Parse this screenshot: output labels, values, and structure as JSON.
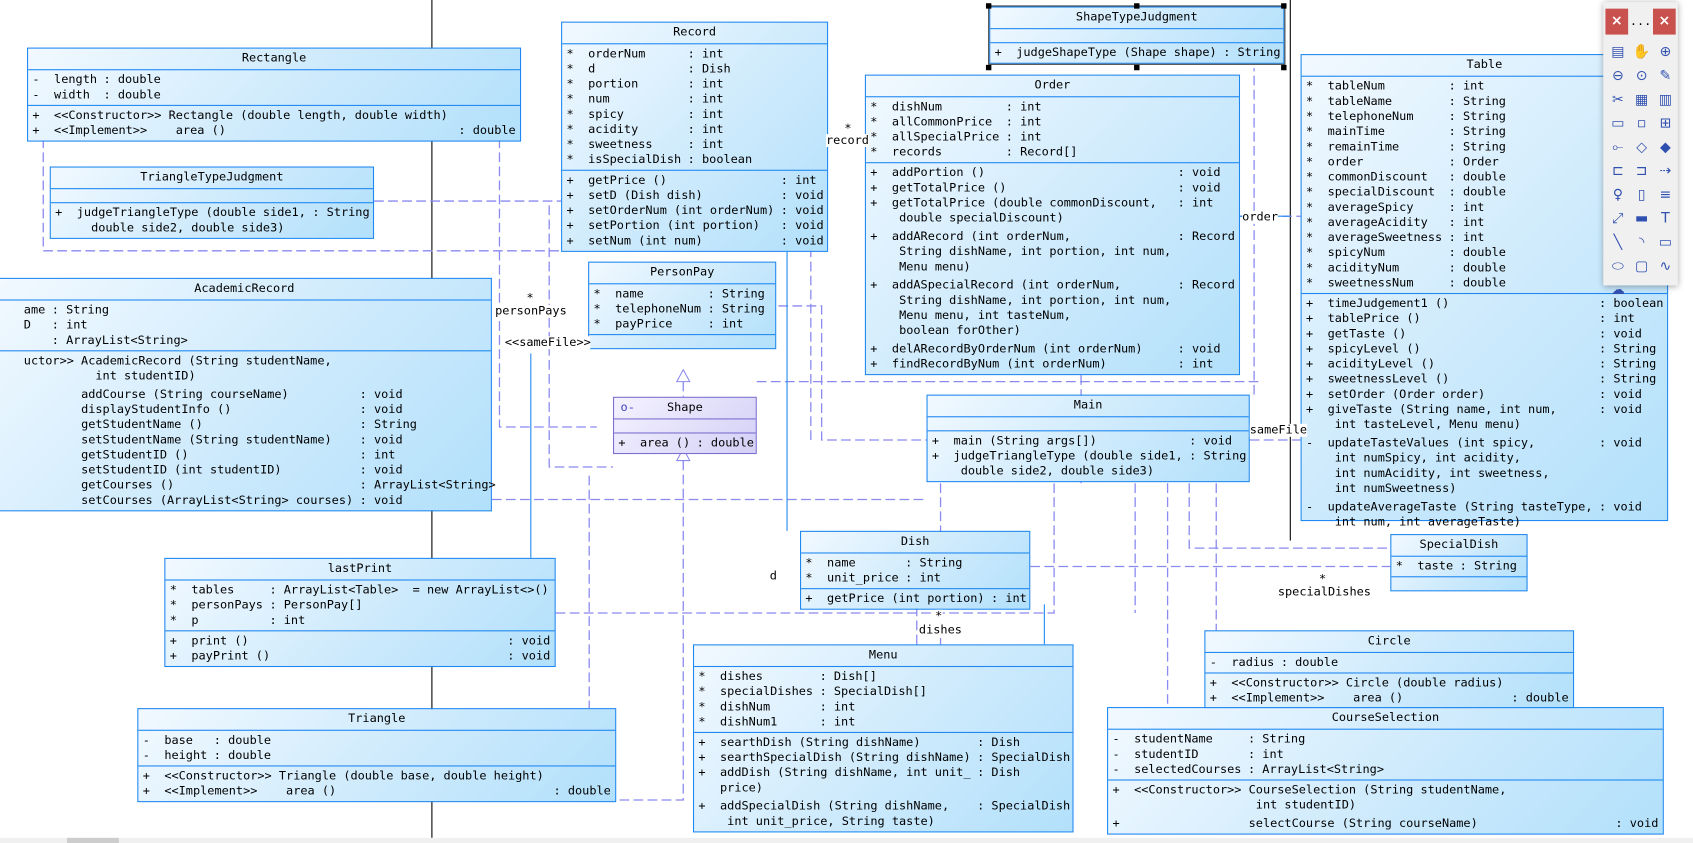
{
  "colors": {
    "class_border": "#1e88f0",
    "class_fill_start": "#f2f9ff",
    "class_fill_end": "#b2e0fb",
    "link": "#8a8af0",
    "interface_fill": "#d4d0f6"
  },
  "classes": [
    {
      "id": "rectangle",
      "name": "Rectangle",
      "attrs": [
        {
          "v": "-",
          "n": "length",
          "t": ": double"
        },
        {
          "v": "-",
          "n": "width",
          "t": ": double"
        }
      ],
      "ops": [
        {
          "v": "+",
          "n": "<<Constructor>> Rectangle (double length, double width)",
          "t": ""
        },
        {
          "v": "+",
          "n": "<<Implement>>    area ()",
          "t": ": double"
        }
      ]
    },
    {
      "id": "triangle-type-judgment",
      "name": "TriangleTypeJudgment",
      "attrs": [],
      "ops": [
        {
          "v": "+",
          "n": "judgeTriangleType (double side1,\n  double side2, double side3)",
          "t": ": String"
        }
      ]
    },
    {
      "id": "academic-record",
      "name": "AcademicRecord",
      "attrs": [
        {
          "v": "",
          "n": "ame",
          "t": ": String"
        },
        {
          "v": "",
          "n": "D",
          "t": ": int"
        },
        {
          "v": "",
          "n": "",
          "t": ": ArrayList<String>"
        }
      ],
      "ops": [
        {
          "v": "",
          "n": "uctor>> AcademicRecord (String studentName,\n          int studentID)",
          "t": ""
        },
        {
          "v": "",
          "n": "addCourse (String courseName)",
          "t": ": void"
        },
        {
          "v": "",
          "n": "displayStudentInfo ()",
          "t": ": void"
        },
        {
          "v": "",
          "n": "getStudentName ()",
          "t": ": String"
        },
        {
          "v": "",
          "n": "setStudentName (String studentName)",
          "t": ": void"
        },
        {
          "v": "",
          "n": "getStudentID ()",
          "t": ": int"
        },
        {
          "v": "",
          "n": "setStudentID (int studentID)",
          "t": ": void"
        },
        {
          "v": "",
          "n": "getCourses ()",
          "t": ": ArrayList<String>"
        },
        {
          "v": "",
          "n": "setCourses (ArrayList<String> courses)",
          "t": ": void"
        }
      ]
    },
    {
      "id": "record",
      "name": "Record",
      "attrs": [
        {
          "v": "*",
          "n": "orderNum",
          "t": ": int"
        },
        {
          "v": "*",
          "n": "d",
          "t": ": Dish"
        },
        {
          "v": "*",
          "n": "portion",
          "t": ": int"
        },
        {
          "v": "*",
          "n": "num",
          "t": ": int"
        },
        {
          "v": "*",
          "n": "spicy",
          "t": ": int"
        },
        {
          "v": "*",
          "n": "acidity",
          "t": ": int"
        },
        {
          "v": "*",
          "n": "sweetness",
          "t": ": int"
        },
        {
          "v": "*",
          "n": "isSpecialDish",
          "t": ": boolean"
        }
      ],
      "ops": [
        {
          "v": "+",
          "n": "getPrice ()",
          "t": ": int"
        },
        {
          "v": "+",
          "n": "setD (Dish dish)",
          "t": ": void"
        },
        {
          "v": "+",
          "n": "setOrderNum (int orderNum)",
          "t": ": void"
        },
        {
          "v": "+",
          "n": "setPortion (int portion)",
          "t": ": void"
        },
        {
          "v": "+",
          "n": "setNum (int num)",
          "t": ": void"
        }
      ]
    },
    {
      "id": "person-pay",
      "name": "PersonPay",
      "attrs": [
        {
          "v": "*",
          "n": "name",
          "t": ": String"
        },
        {
          "v": "*",
          "n": "telephoneNum",
          "t": ": String"
        },
        {
          "v": "*",
          "n": "payPrice",
          "t": ": int"
        }
      ],
      "ops": []
    },
    {
      "id": "shape-type-judgment",
      "name": "ShapeTypeJudgment",
      "attrs": [],
      "ops": [
        {
          "v": "+",
          "n": "judgeShapeType (Shape shape)",
          "t": ": String"
        }
      ]
    },
    {
      "id": "order",
      "name": "Order",
      "attrs": [
        {
          "v": "*",
          "n": "dishNum",
          "t": ": int"
        },
        {
          "v": "*",
          "n": "allCommonPrice",
          "t": ": int"
        },
        {
          "v": "*",
          "n": "allSpecialPrice",
          "t": ": int"
        },
        {
          "v": "*",
          "n": "records",
          "t": ": Record[]"
        }
      ],
      "ops": [
        {
          "v": "+",
          "n": "addPortion ()",
          "t": ": void"
        },
        {
          "v": "+",
          "n": "getTotalPrice ()",
          "t": ": void"
        },
        {
          "v": "+",
          "n": "getTotalPrice (double commonDiscount,\n double specialDiscount)",
          "t": ": int"
        },
        {
          "v": "+",
          "n": "addARecord (int orderNum,\n String dishName, int portion, int num,\n Menu menu)",
          "t": ": Record"
        },
        {
          "v": "+",
          "n": "addASpecialRecord (int orderNum,\n String dishName, int portion, int num,\n Menu menu, int tasteNum,\n boolean forOther)",
          "t": ": Record"
        },
        {
          "v": "+",
          "n": "delARecordByOrderNum (int orderNum)",
          "t": ": void"
        },
        {
          "v": "+",
          "n": "findRecordByNum (int orderNum)",
          "t": ": int"
        }
      ]
    },
    {
      "id": "table",
      "name": "Table",
      "attrs": [
        {
          "v": "*",
          "n": "tableNum",
          "t": ": int"
        },
        {
          "v": "*",
          "n": "tableName",
          "t": ": String"
        },
        {
          "v": "*",
          "n": "telephoneNum",
          "t": ": String"
        },
        {
          "v": "*",
          "n": "mainTime",
          "t": ": String"
        },
        {
          "v": "*",
          "n": "remainTime",
          "t": ": String"
        },
        {
          "v": "*",
          "n": "order",
          "t": ": Order"
        },
        {
          "v": "*",
          "n": "commonDiscount",
          "t": ": double"
        },
        {
          "v": "*",
          "n": "specialDiscount",
          "t": ": double"
        },
        {
          "v": "*",
          "n": "averageSpicy",
          "t": ": int"
        },
        {
          "v": "*",
          "n": "averageAcidity",
          "t": ": int"
        },
        {
          "v": "*",
          "n": "averageSweetness",
          "t": ": int"
        },
        {
          "v": "*",
          "n": "spicyNum",
          "t": ": double"
        },
        {
          "v": "*",
          "n": "acidityNum",
          "t": ": double"
        },
        {
          "v": "*",
          "n": "sweetnessNum",
          "t": ": double"
        }
      ],
      "ops": [
        {
          "v": "+",
          "n": "timeJudgement1 ()",
          "t": ": boolean"
        },
        {
          "v": "+",
          "n": "tablePrice ()",
          "t": ": int"
        },
        {
          "v": "+",
          "n": "getTaste ()",
          "t": ": void"
        },
        {
          "v": "+",
          "n": "spicyLevel ()",
          "t": ": String"
        },
        {
          "v": "+",
          "n": "acidityLevel ()",
          "t": ": String"
        },
        {
          "v": "+",
          "n": "sweetnessLevel ()",
          "t": ": String"
        },
        {
          "v": "+",
          "n": "setOrder (Order order)",
          "t": ": void"
        },
        {
          "v": "+",
          "n": "giveTaste (String name, int num,\n int tasteLevel, Menu menu)",
          "t": ": void"
        },
        {
          "v": "-",
          "n": "updateTasteValues (int spicy,\n int numSpicy, int acidity,\n int numAcidity, int sweetness,\n int numSweetness)",
          "t": ": void"
        },
        {
          "v": "-",
          "n": "updateAverageTaste (String tasteType,\n int num, int averageTaste)",
          "t": ": void"
        }
      ]
    },
    {
      "id": "shape",
      "name": "Shape",
      "interface": true,
      "attrs": [],
      "ops": [
        {
          "v": "+",
          "n": "area ()",
          "t": ": double"
        }
      ]
    },
    {
      "id": "main",
      "name": "Main",
      "attrs": [],
      "ops": [
        {
          "v": "+",
          "n": "main (String args[])",
          "t": ": void"
        },
        {
          "v": "+",
          "n": "judgeTriangleType (double side1,\n double side2, double side3)",
          "t": ": String"
        }
      ]
    },
    {
      "id": "dish",
      "name": "Dish",
      "attrs": [
        {
          "v": "*",
          "n": "name",
          "t": ": String"
        },
        {
          "v": "*",
          "n": "unit_price",
          "t": ": int"
        }
      ],
      "ops": [
        {
          "v": "+",
          "n": "getPrice (int portion)",
          "t": ": int"
        }
      ]
    },
    {
      "id": "special-dish",
      "name": "SpecialDish",
      "attrs": [
        {
          "v": "*",
          "n": "taste",
          "t": ": String"
        }
      ],
      "ops": []
    },
    {
      "id": "last-print",
      "name": "lastPrint",
      "attrs": [
        {
          "v": "*",
          "n": "tables",
          "t": ": ArrayList<Table>  = new ArrayList<>()"
        },
        {
          "v": "*",
          "n": "personPays",
          "t": ": PersonPay[]"
        },
        {
          "v": "*",
          "n": "p",
          "t": ": int"
        }
      ],
      "ops": [
        {
          "v": "+",
          "n": "print ()",
          "t": ": void"
        },
        {
          "v": "+",
          "n": "payPrint ()",
          "t": ": void"
        }
      ]
    },
    {
      "id": "menu",
      "name": "Menu",
      "attrs": [
        {
          "v": "*",
          "n": "dishes",
          "t": ": Dish[]"
        },
        {
          "v": "*",
          "n": "specialDishes",
          "t": ": SpecialDish[]"
        },
        {
          "v": "*",
          "n": "dishNum",
          "t": ": int"
        },
        {
          "v": "*",
          "n": "dishNum1",
          "t": ": int"
        }
      ],
      "ops": [
        {
          "v": "+",
          "n": "searthDish (String dishName)",
          "t": ": Dish"
        },
        {
          "v": "+",
          "n": "searthSpecialDish (String dishName)",
          "t": ": SpecialDish"
        },
        {
          "v": "+",
          "n": "addDish (String dishName, int unit_\nprice)",
          "t": ": Dish"
        },
        {
          "v": "+",
          "n": "addSpecialDish (String dishName,\n int unit_price, String taste)",
          "t": ": SpecialDish"
        }
      ]
    },
    {
      "id": "triangle",
      "name": "Triangle",
      "attrs": [
        {
          "v": "-",
          "n": "base",
          "t": ": double"
        },
        {
          "v": "-",
          "n": "height",
          "t": ": double"
        }
      ],
      "ops": [
        {
          "v": "+",
          "n": "<<Constructor>> Triangle (double base, double height)",
          "t": ""
        },
        {
          "v": "+",
          "n": "<<Implement>>    area ()",
          "t": ": double"
        }
      ]
    },
    {
      "id": "circle",
      "name": "Circle",
      "attrs": [
        {
          "v": "-",
          "n": "radius",
          "t": ": double"
        }
      ],
      "ops": [
        {
          "v": "+",
          "n": "<<Constructor>> Circle (double radius)",
          "t": ""
        },
        {
          "v": "+",
          "n": "<<Implement>>    area ()",
          "t": ": double"
        }
      ]
    },
    {
      "id": "course-selection",
      "name": "CourseSelection",
      "attrs": [
        {
          "v": "-",
          "n": "studentName",
          "t": ": String"
        },
        {
          "v": "-",
          "n": "studentID",
          "t": ": int"
        },
        {
          "v": "-",
          "n": "selectedCourses",
          "t": ": ArrayList<String>"
        }
      ],
      "ops": [
        {
          "v": "+",
          "n": "<<Constructor>> CourseSelection (String studentName,\n                 int studentID)",
          "t": ""
        },
        {
          "v": "+",
          "n": "                selectCourse (String courseName)",
          "t": ": void"
        }
      ]
    }
  ],
  "links": {
    "record": "record",
    "record_mult": "*",
    "person_pays": "personPays",
    "person_pays_mult": "*",
    "same_file_left": "<<sameFile>>",
    "order": "order",
    "same_file_right": "sameFile",
    "d": "d",
    "dishes": "dishes",
    "dishes_mult": "*",
    "special_dishes": "specialDishes",
    "special_dishes_mult": "*"
  },
  "toolbar": {
    "close_label": "×",
    "more_label": "...",
    "icons": [
      "diagram-properties-icon",
      "hand-pan-icon",
      "zoom-in-icon",
      "zoom-out-icon",
      "zoom-fit-icon",
      "edit-properties-icon",
      "cut-icon",
      "package-icon",
      "table-icon",
      "class-icon",
      "point-icon",
      "hierarchy-icon",
      "association-icon",
      "aggregation-icon",
      "composition-icon",
      "generalization-icon",
      "realization-icon",
      "dependency-icon",
      "interface-icon",
      "note-icon",
      "comment-icon",
      "link-icon",
      "enum-icon",
      "text-icon",
      "line-icon",
      "arc-icon",
      "rectangle-icon",
      "ellipse-icon",
      "rounded-rectangle-icon",
      "polyline-icon",
      "polygon-icon"
    ]
  }
}
